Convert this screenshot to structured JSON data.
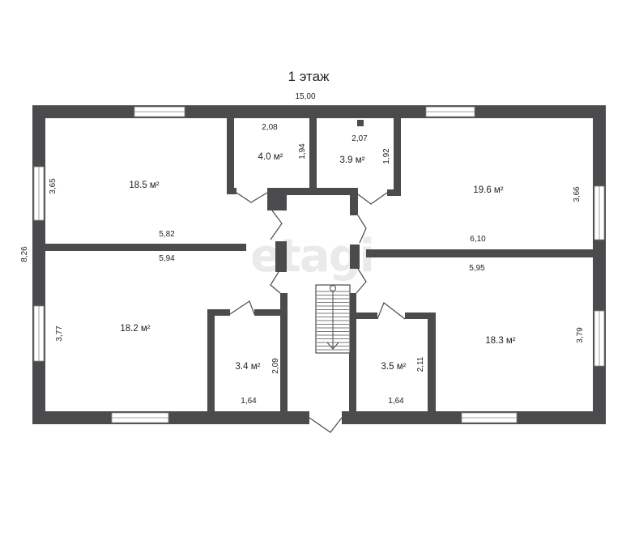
{
  "title": "1 этаж",
  "watermark": "etagi",
  "colors": {
    "wall": "#4b4b4d",
    "window": "#ffffff",
    "text": "#222222"
  },
  "dimensions": {
    "overall_width": "15,00",
    "overall_depth": "8,26",
    "room_tl_depth": "3,65",
    "room_tl_width": "5,82",
    "bath1_width": "2,08",
    "bath1_depth": "1,94",
    "bath2_width": "2,07",
    "bath2_depth": "1,92",
    "room_tr_width": "6,10",
    "room_tr_depth": "3,66",
    "room_bl_width": "5,94",
    "room_bl_depth": "3,77",
    "closet_l_depth": "2,09",
    "closet_l_width": "1,64",
    "closet_r_depth": "2,11",
    "closet_r_width": "1,64",
    "room_br_width": "5,95",
    "room_br_depth": "3,79"
  },
  "areas": {
    "room_tl": "18.5 м²",
    "bath1": "4.0 м²",
    "bath2": "3.9 м²",
    "room_tr": "19.6 м²",
    "room_bl": "18.2 м²",
    "closet_l": "3.4 м²",
    "closet_r": "3.5 м²",
    "room_br": "18.3 м²"
  }
}
